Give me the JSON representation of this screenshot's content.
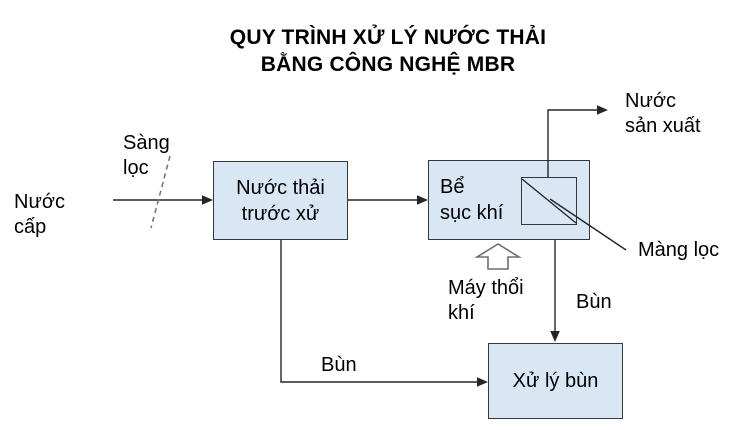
{
  "title": {
    "line1": "QUY TRÌNH XỬ LÝ NƯỚC THẢI",
    "line2": "BẰNG CÔNG NGHỆ MBR"
  },
  "labels": {
    "feed_water": "Nước\ncấp",
    "screening": "Sàng\nlọc",
    "product_water": "Nước\nsản xuất",
    "membrane": "Màng lọc",
    "air_blower": "Máy thổi\nkhí",
    "sludge_right": "Bùn",
    "sludge_bottom": "Bùn"
  },
  "boxes": {
    "pretreatment": "Nước thải\ntrước xử",
    "aeration": "Bể\nsục khí",
    "sludge_treatment": "Xử lý bùn"
  },
  "colors": {
    "background": "#ffffff",
    "text": "#000000",
    "box_fill": "#d9e7f4",
    "box_border": "#383838",
    "line": "#262626",
    "dash": "#777777",
    "blockarrow_stroke": "#6e6e6e"
  }
}
